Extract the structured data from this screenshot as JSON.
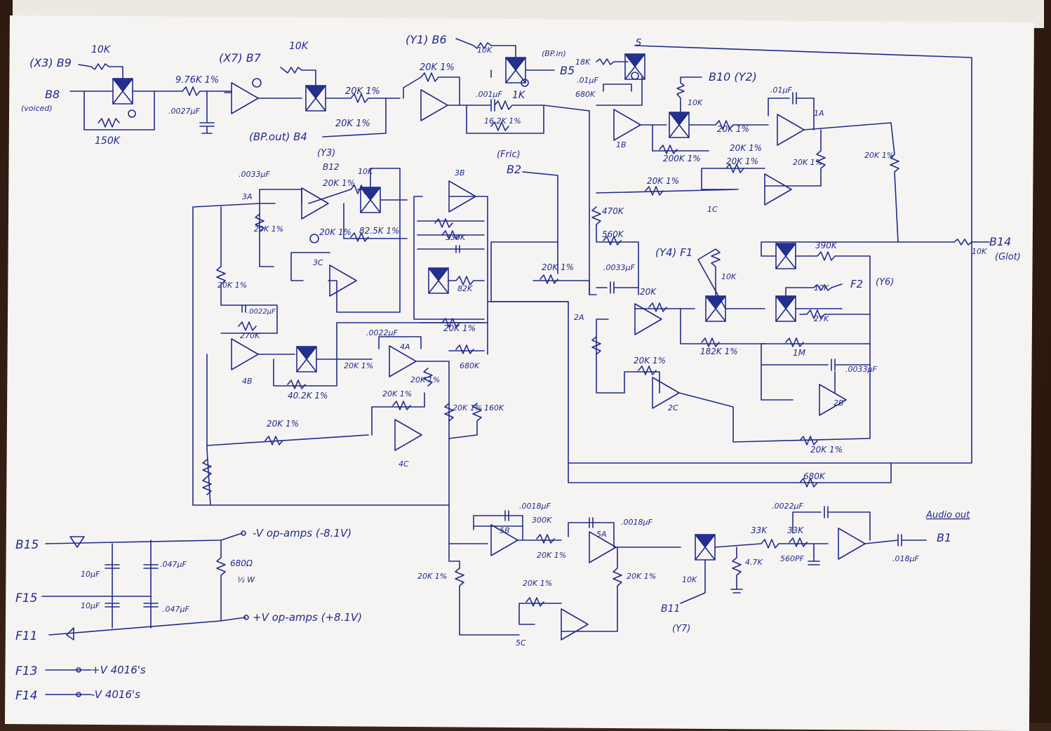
{
  "labels": {
    "x3b9": "(X3) B9",
    "r10k_a": "10K",
    "b8": "B8",
    "voiced": "(voiced)",
    "r150k": "150K",
    "r976k": "9.76K 1%",
    "c0027": ".0027μF",
    "x7b7": "(X7) B7",
    "r10k_b": "10K",
    "r20k_a": "20K 1%",
    "bpout": "(BP.out) B4",
    "r20k_b": "20K 1%",
    "y1b6": "(Y1) B6",
    "r10k_c": "10K",
    "r20k_c": "20K 1%",
    "bpin": "(BP.in)",
    "b5": "B5",
    "c001": ".001μF",
    "r1k": "1K",
    "r162k": "16.2K 1%",
    "r18k": "18K",
    "c01a": ".01μF",
    "r680k_a": "680K",
    "s": "S",
    "b10y2": "B10 (Y2)",
    "r10k_d": "10K",
    "c01b": ".01μF",
    "r20k_d": "20K 1%",
    "r20k_e": "20K 1%",
    "r200k": "200K 1%",
    "r20k_f": "20K 1%",
    "r20k_g": "20K 1%",
    "r20k_h": "20K 1%",
    "r20k_i": "20K 1%",
    "b14": "B14",
    "glot": "(Glot)",
    "r10k_e": "10K",
    "y3": "(Y3)",
    "b12": "B12",
    "r10k_f": "10K",
    "c0033a": ".0033μF",
    "r20k_j": "20K 1%",
    "r825k": "82.5K 1%",
    "r20k_k": "20K 1%",
    "r20k_l": "20K 1%",
    "r20k_m": "20K 1%",
    "fric": "(Fric)",
    "b2": "B2",
    "r330k": "330K",
    "r82k": "82K",
    "r470k": "470K",
    "r560k": "560K",
    "r20k_n": "20K 1%",
    "c0033b": ".0033μF",
    "r20k_o": "20K",
    "y4f1": "(Y4) F1",
    "r10k_g": "10K",
    "r390k": "390K",
    "r10k_h": "10K",
    "f2": "F2",
    "y6": "(Y6)",
    "r27k": "27K",
    "r182k": "182K 1%",
    "r1m": "1M",
    "c0033c": ".0033μF",
    "r20k_p": "20K 1%",
    "c0022a": ".0022μF",
    "r270k": "270K",
    "r20k_q": "20K 1%",
    "c0022b": ".0022μF",
    "r402k": "40.2K 1%",
    "r20k_r": "20K 1%",
    "r680k_b": "680K",
    "r20k_s": "20K 1%",
    "r160k": "160K",
    "r20k_t": "20K 1%",
    "r20k_u": "20K 1%",
    "r20k_v": "20K 1%",
    "r20k_w": "20K 1%",
    "r680k_c": "680K",
    "c0018a": ".0018μF",
    "r300k": "300K",
    "c0018b": ".0018μF",
    "r20k_x": "20K 1%",
    "r20k_y": "20K 1%",
    "r20k_z": "20K 1%",
    "r20k_aa": "20K 1%",
    "b11": "B11",
    "y7": "(Y7)",
    "r10k_i": "10K",
    "r47k": "4.7K",
    "c0022c": ".0022μF",
    "r33k_a": "33K",
    "r33k_b": "33K",
    "c560": "560PF",
    "audio_out": "Audio out",
    "b1": "B1",
    "c018": ".018μF",
    "b15": "B15",
    "f15": "F15",
    "f11": "F11",
    "f13": "F13",
    "f14": "F14",
    "c10a": "10μF",
    "c10b": "10μF",
    "c047a": ".047μF",
    "c047b": ".047μF",
    "r680ohm": "680Ω",
    "watt": "½ W",
    "vneg": "-V op-amps (-8.1V)",
    "vpos": "+V op-amps (+8.1V)",
    "v4016p": "+V 4016's",
    "v4016n": "-V 4016's",
    "n1a": "1A",
    "n1b": "1B",
    "n1c": "1C",
    "n2a": "2A",
    "n2b": "2B",
    "n2c": "2C",
    "n3a": "3A",
    "n3b": "3B",
    "n3c": "3C",
    "n4a": "4A",
    "n4b": "4B",
    "n4c": "4C",
    "n5a": "5A",
    "n5b": "5B",
    "n5c": "5C"
  }
}
